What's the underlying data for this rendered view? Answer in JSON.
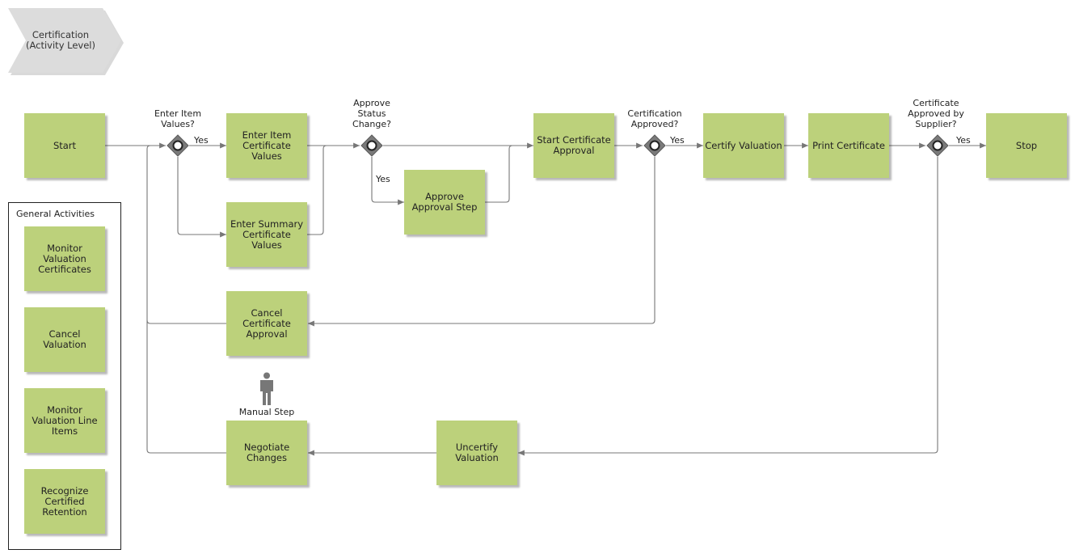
{
  "title": {
    "line1": "Certification",
    "line2": "(Activity Level)"
  },
  "activities": {
    "start": "Start",
    "enter_item": [
      "Enter Item",
      "Certificate",
      "Values"
    ],
    "enter_summary": [
      "Enter Summary",
      "Certificate",
      "Values"
    ],
    "approve_step": [
      "Approve",
      "Approval Step"
    ],
    "start_approval": [
      "Start Certificate",
      "Approval"
    ],
    "certify": "Certify Valuation",
    "print": "Print Certificate",
    "stop": "Stop",
    "cancel_approval": [
      "Cancel",
      "Certificate",
      "Approval"
    ],
    "negotiate": [
      "Negotiate",
      "Changes"
    ],
    "uncertify": [
      "Uncertify",
      "Valuation"
    ]
  },
  "gateways": {
    "enter_values": [
      "Enter Item",
      "Values?"
    ],
    "approve_status": [
      "Approve",
      "Status",
      "Change?"
    ],
    "cert_approved": [
      "Certification",
      "Approved?"
    ],
    "supplier_approved": [
      "Certificate",
      "Approved by",
      "Supplier?"
    ]
  },
  "flow_labels": {
    "yes1": "Yes",
    "yes2": "Yes",
    "yes3": "Yes",
    "yes4": "Yes"
  },
  "manual_step": "Manual Step",
  "general": {
    "title": "General Activities",
    "items": [
      [
        "Monitor",
        "Valuation",
        "Certificates"
      ],
      [
        "Cancel Valuation"
      ],
      [
        "Monitor",
        "Valuation Line",
        "Items"
      ],
      [
        "Recognize",
        "Certified",
        "Retention"
      ]
    ]
  },
  "colors": {
    "activity": "#bcd17b",
    "gateway": "#7a7a7a",
    "line": "#777777",
    "title_shape": "#dcdcdc"
  },
  "icons": {
    "gateway": "gateway-diamond-icon",
    "manual": "person-icon"
  }
}
